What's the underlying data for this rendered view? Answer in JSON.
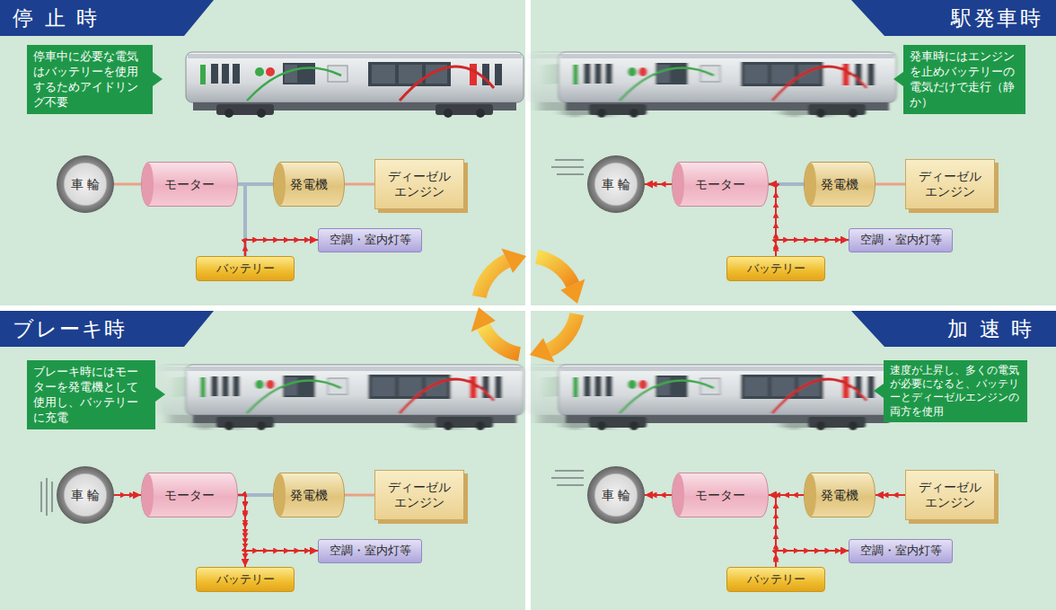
{
  "diagram": {
    "nodes": [
      {
        "text": [
          "停止時"
        ]
      },
      {
        "text": [
          "停車中に必要な電気はバッテリーを使用するためアイドリング不要"
        ],
        "in": 0
      },
      {
        "text": [
          "車輪"
        ],
        "in": 0
      },
      {
        "text": [
          "モーター"
        ],
        "in": 0
      },
      {
        "text": [
          "発電機"
        ],
        "in": 0
      },
      {
        "text": [
          "ディーゼル エンジン"
        ],
        "in": 0
      },
      {
        "text": [
          "空調・室内灯等"
        ],
        "in": 0
      },
      {
        "text": [
          "バッテリー"
        ],
        "in": 0
      },
      {
        "text": [
          "駅発車時"
        ]
      },
      {
        "text": [
          "発車時にはエンジンを止めバッテリーの電気だけで走行（静か）"
        ],
        "in": 8
      },
      {
        "text": [
          "車輪"
        ],
        "in": 8
      },
      {
        "text": [
          "モーター"
        ],
        "in": 8
      },
      {
        "text": [
          "発電機"
        ],
        "in": 8
      },
      {
        "text": [
          "ディーゼル エンジン"
        ],
        "in": 8
      },
      {
        "text": [
          "空調・室内灯等"
        ],
        "in": 8
      },
      {
        "text": [
          "バッテリー"
        ],
        "in": 8
      },
      {
        "text": [
          "ブレーキ時"
        ]
      },
      {
        "text": [
          "ブレーキ時にはモーターを発電機として使用し、バッテリーに充電"
        ],
        "in": 16
      },
      {
        "text": [
          "車輪"
        ],
        "in": 16
      },
      {
        "text": [
          "モーター"
        ],
        "in": 16
      },
      {
        "text": [
          "発電機"
        ],
        "in": 16
      },
      {
        "text": [
          "ディーゼル エンジン"
        ],
        "in": 16
      },
      {
        "text": [
          "空調・室内灯等"
        ],
        "in": 16
      },
      {
        "text": [
          "バッテリー"
        ],
        "in": 16
      },
      {
        "text": [
          "加速時"
        ]
      },
      {
        "text": [
          "速度が上昇し、多くの電気が必要になると、バッテリーとディーゼルエンジンの両方を使用"
        ],
        "in": 24
      },
      {
        "text": [
          "車輪"
        ],
        "in": 24
      },
      {
        "text": [
          "モーター"
        ],
        "in": 24
      },
      {
        "text": [
          "発電機"
        ],
        "in": 24
      },
      {
        "text": [
          "ディーゼル エンジン"
        ],
        "in": 24
      },
      {
        "text": [
          "空調・室内灯等"
        ],
        "in": 24
      },
      {
        "text": [
          "バッテリー"
        ],
        "in": 24
      }
    ],
    "edges": [
      {
        "from": 2,
        "to": 3,
        "arrow": "none"
      },
      {
        "from": 3,
        "to": 4,
        "arrow": "none"
      },
      {
        "from": 4,
        "to": 5,
        "arrow": "none"
      },
      {
        "from": 7,
        "to": 3,
        "arrow": "none"
      },
      {
        "from": 7,
        "to": 6,
        "arrow": "to"
      },
      {
        "from": 11,
        "to": 10,
        "arrow": "to"
      },
      {
        "from": 11,
        "to": 12,
        "arrow": "none"
      },
      {
        "from": 12,
        "to": 13,
        "arrow": "none"
      },
      {
        "from": 15,
        "to": 11,
        "arrow": "to"
      },
      {
        "from": 15,
        "to": 14,
        "arrow": "to"
      },
      {
        "from": 18,
        "to": 19,
        "arrow": "to"
      },
      {
        "from": 19,
        "to": 20,
        "arrow": "none"
      },
      {
        "from": 20,
        "to": 21,
        "arrow": "none"
      },
      {
        "from": 19,
        "to": 23,
        "arrow": "to"
      },
      {
        "from": 19,
        "to": 22,
        "arrow": "to"
      },
      {
        "from": 27,
        "to": 26,
        "arrow": "to"
      },
      {
        "from": 28,
        "to": 27,
        "arrow": "to"
      },
      {
        "from": 29,
        "to": 28,
        "arrow": "to"
      },
      {
        "from": 31,
        "to": 27,
        "arrow": "to"
      },
      {
        "from": 31,
        "to": 30,
        "arrow": "to"
      }
    ]
  }
}
